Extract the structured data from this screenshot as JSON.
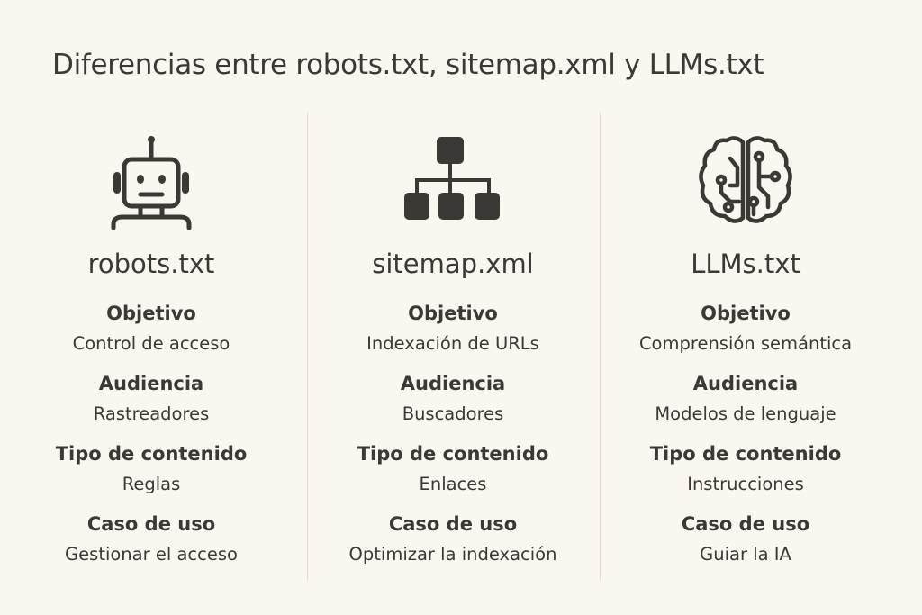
{
  "title": "Diferencias entre robots.txt, sitemap.xml y LLMs.txt",
  "colors": {
    "background": "#faf6f0",
    "text": "#3b3836",
    "divider": "#e4ded6"
  },
  "columns": [
    {
      "icon": "robot-icon",
      "name": "robots.txt",
      "rows": [
        {
          "label": "Objetivo",
          "value": "Control de acceso"
        },
        {
          "label": "Audiencia",
          "value": "Rastreadores"
        },
        {
          "label": "Tipo de contenido",
          "value": "Reglas"
        },
        {
          "label": "Caso de uso",
          "value": "Gestionar el acceso"
        }
      ]
    },
    {
      "icon": "sitemap-hierarchy-icon",
      "name": "sitemap.xml",
      "rows": [
        {
          "label": "Objetivo",
          "value": "Indexación de URLs"
        },
        {
          "label": "Audiencia",
          "value": "Buscadores"
        },
        {
          "label": "Tipo de contenido",
          "value": "Enlaces"
        },
        {
          "label": "Caso de uso",
          "value": "Optimizar la indexación"
        }
      ]
    },
    {
      "icon": "brain-circuit-icon",
      "name": "LLMs.txt",
      "rows": [
        {
          "label": "Objetivo",
          "value": "Comprensión semántica"
        },
        {
          "label": "Audiencia",
          "value": "Modelos de lenguaje"
        },
        {
          "label": "Tipo de contenido",
          "value": "Instrucciones"
        },
        {
          "label": "Caso de uso",
          "value": "Guiar la IA"
        }
      ]
    }
  ]
}
